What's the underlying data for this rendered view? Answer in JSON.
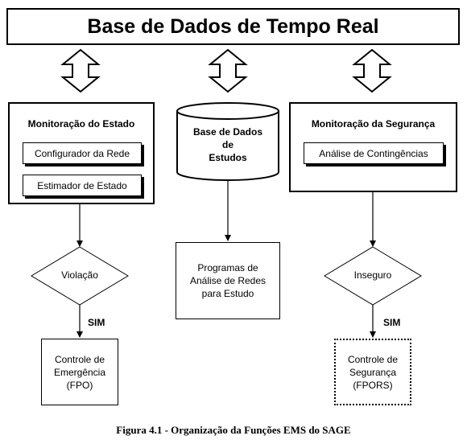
{
  "title": "Base de Dados de Tempo Real",
  "left": {
    "title": "Monitoração do Estado",
    "items": [
      "Configurador da Rede",
      "Estimador de Estado"
    ],
    "decision": "Violação",
    "branch_label": "SIM",
    "result": "Controle de\nEmergência\n(FPO)"
  },
  "middle": {
    "database": "Base de Dados\nde\nEstudos",
    "program": "Programas de\nAnálise de Redes\npara Estudo"
  },
  "right": {
    "title": "Monitoração da Segurança",
    "items": [
      "Análise de Contingências"
    ],
    "decision": "Inseguro",
    "branch_label": "SIM",
    "result": "Controle de\nSegurança\n(FPORS)"
  },
  "caption": "Figura 4.1 - Organização da Funções EMS do SAGE"
}
